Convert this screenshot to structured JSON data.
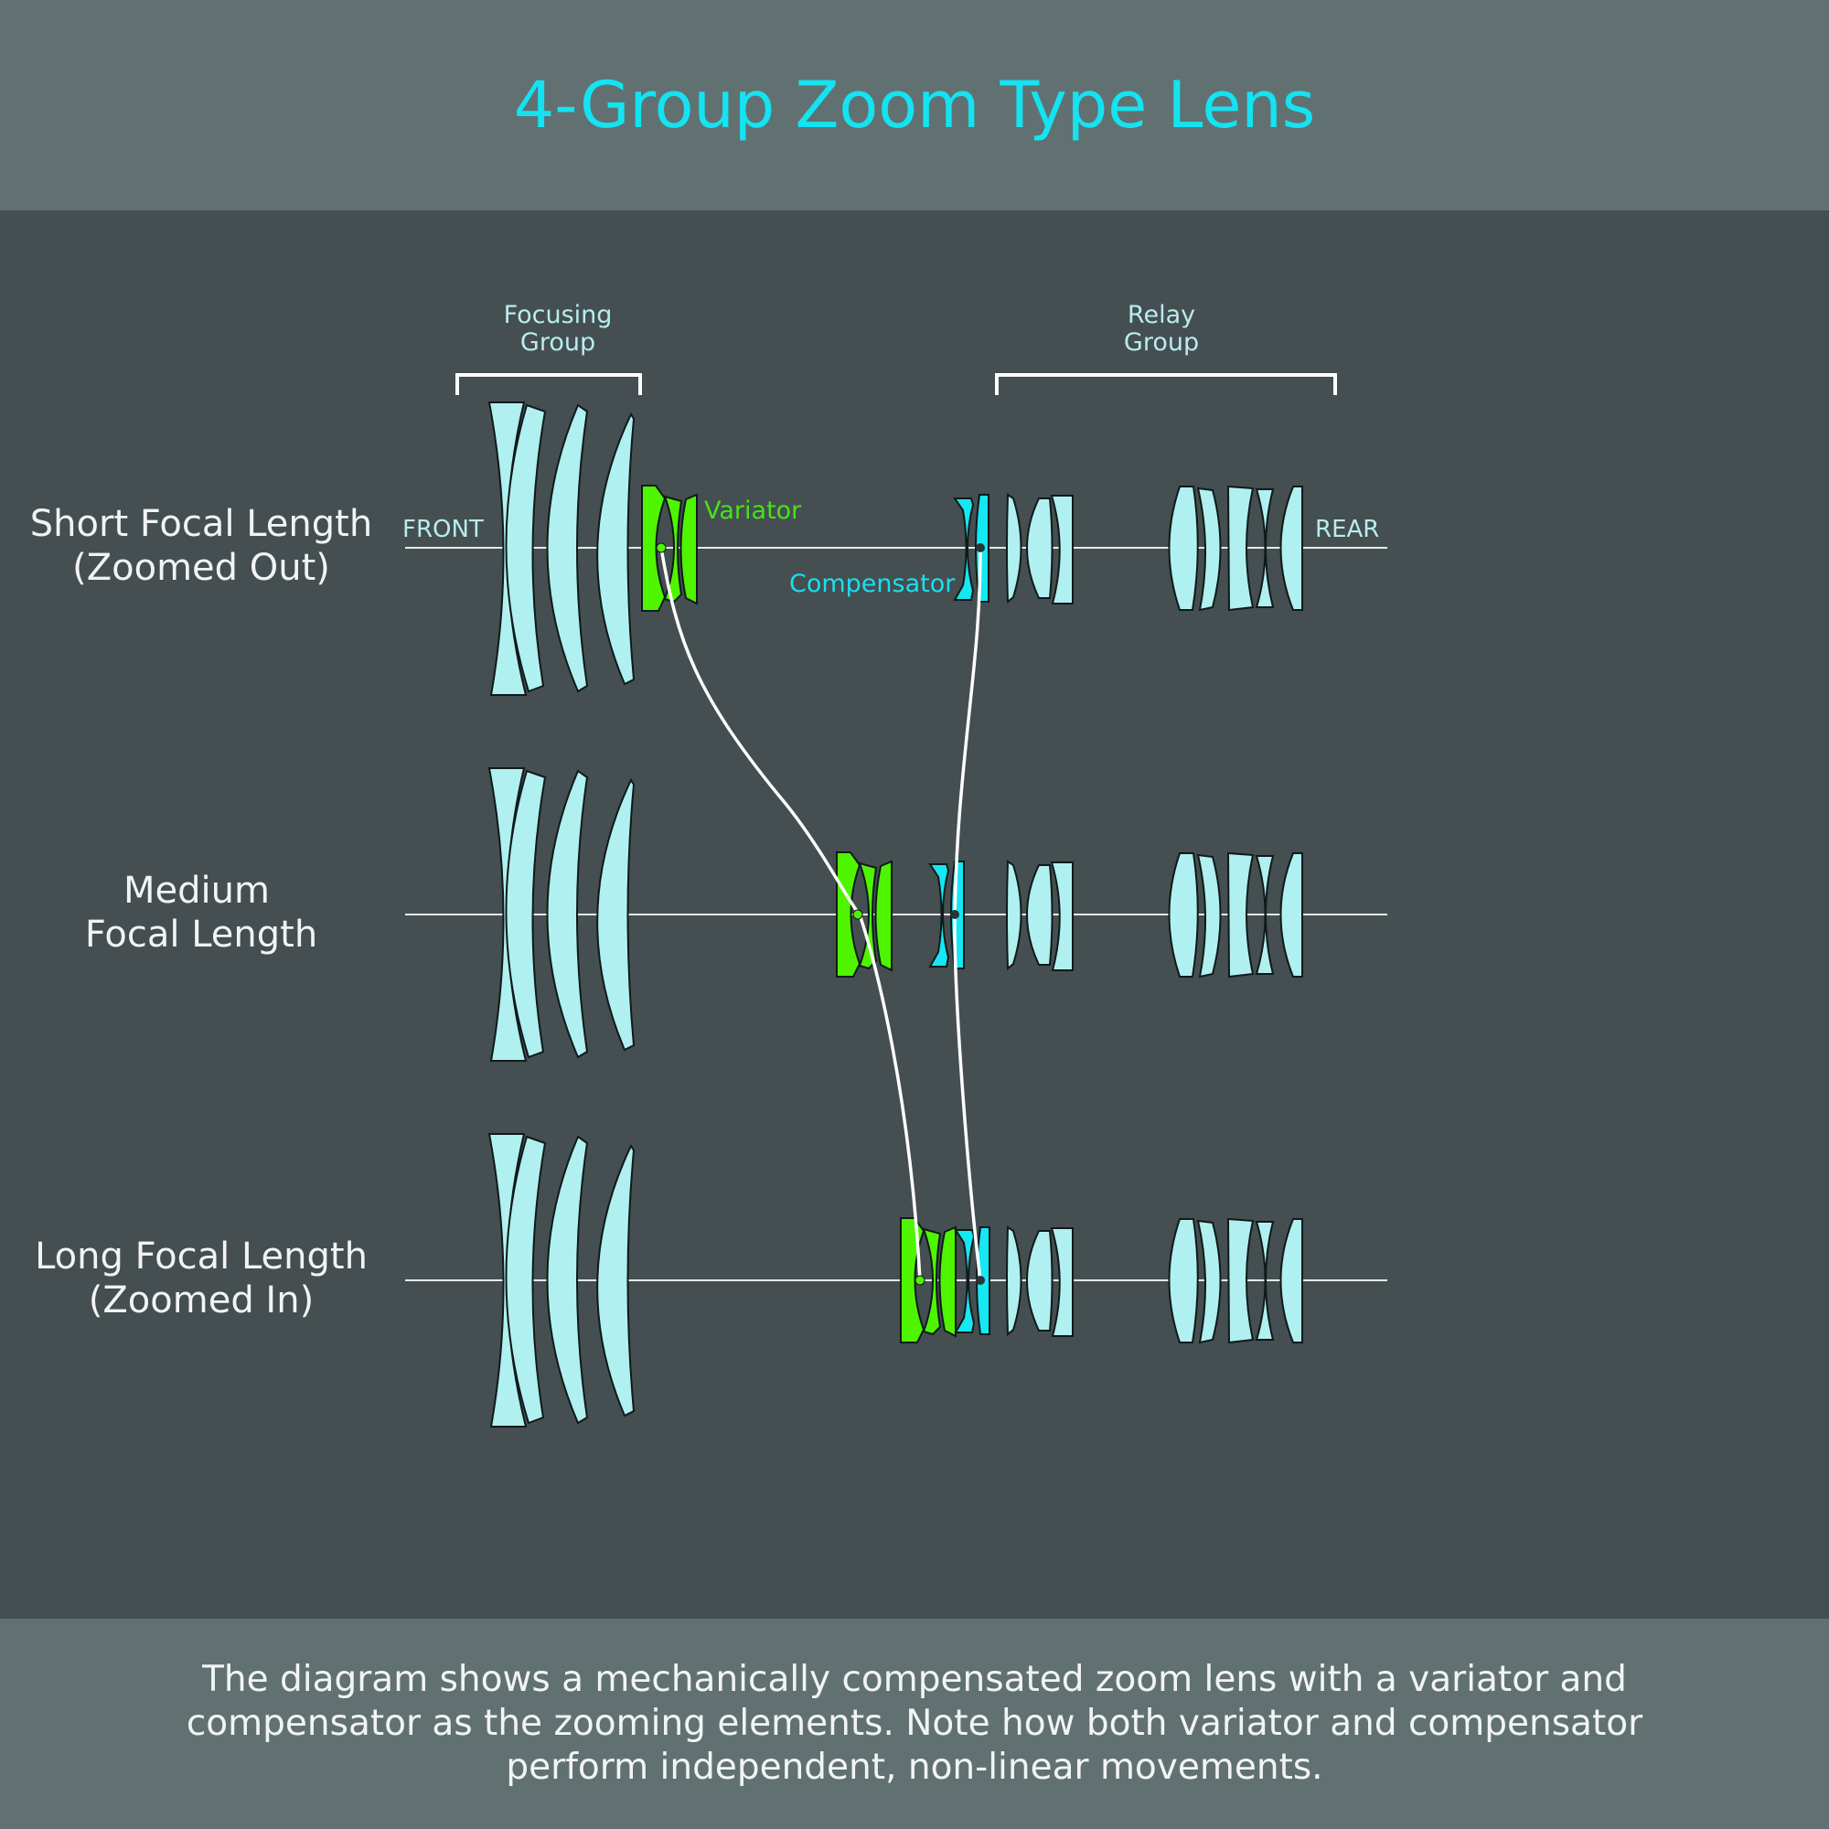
{
  "title": "4-Group Zoom Type Lens",
  "caption": "The diagram shows a mechanically compensated zoom lens with a variator and compensator as the zooming elements. Note how both variator and compensator perform independent, non-linear movements.",
  "group_labels": {
    "focusing": [
      "Focusing",
      "Group"
    ],
    "relay": [
      "Relay",
      "Group"
    ]
  },
  "end_labels": {
    "front": "FRONT",
    "rear": "REAR"
  },
  "element_labels": {
    "variator": "Variator",
    "compensator": "Compensator"
  },
  "rows": [
    {
      "label_lines": [
        "Short Focal Length",
        "(Zoomed Out)"
      ]
    },
    {
      "label_lines": [
        "Medium",
        "Focal Length"
      ]
    },
    {
      "label_lines": [
        "Long Focal Length",
        "(Zoomed In)"
      ]
    }
  ],
  "colors": {
    "background": "#454e50",
    "band": "#617171",
    "title": "#14e3f2",
    "lens": "#b0f0f0",
    "variator": "#4ff500",
    "compensator": "#15e7f3"
  }
}
